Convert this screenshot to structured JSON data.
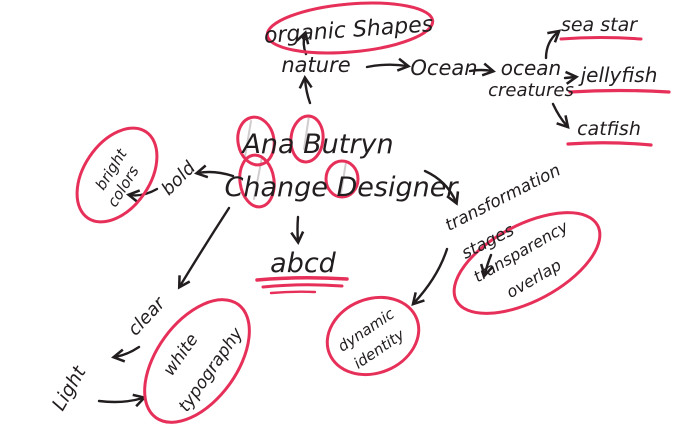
{
  "title": "hand-drawn brand identity mind map",
  "colors": {
    "ink": "#221d1f",
    "accent": "#e73059",
    "pencil": "#c9c3c5",
    "paper": "#ffffff"
  },
  "mindmap": {
    "center": {
      "line1": "Ana Butryn",
      "line2": "Change Designer"
    },
    "organic_shapes": {
      "label": "organic Shapes"
    },
    "nature": {
      "label": "nature"
    },
    "ocean": {
      "label": "Ocean"
    },
    "ocean_creatures": {
      "line1": "ocean",
      "line2": "creatures"
    },
    "sea_star": {
      "label": "sea star"
    },
    "jellyfish": {
      "label": "jellyfish"
    },
    "catfish": {
      "label": "catfish"
    },
    "bold": {
      "label": "bold"
    },
    "bright_colors": {
      "line1": "bright",
      "line2": "colors"
    },
    "abcd": {
      "label": "abcd"
    },
    "transformation_stages": {
      "line1": "transformation",
      "line2": "stages"
    },
    "transparency_overlap": {
      "line1": "transparency",
      "line2": "overlap"
    },
    "dynamic_identity": {
      "line1": "dynamic",
      "line2": "identity"
    },
    "clear": {
      "label": "clear"
    },
    "light": {
      "label": "Light"
    },
    "white_typography": {
      "line1": "white",
      "line2": "typography"
    }
  }
}
